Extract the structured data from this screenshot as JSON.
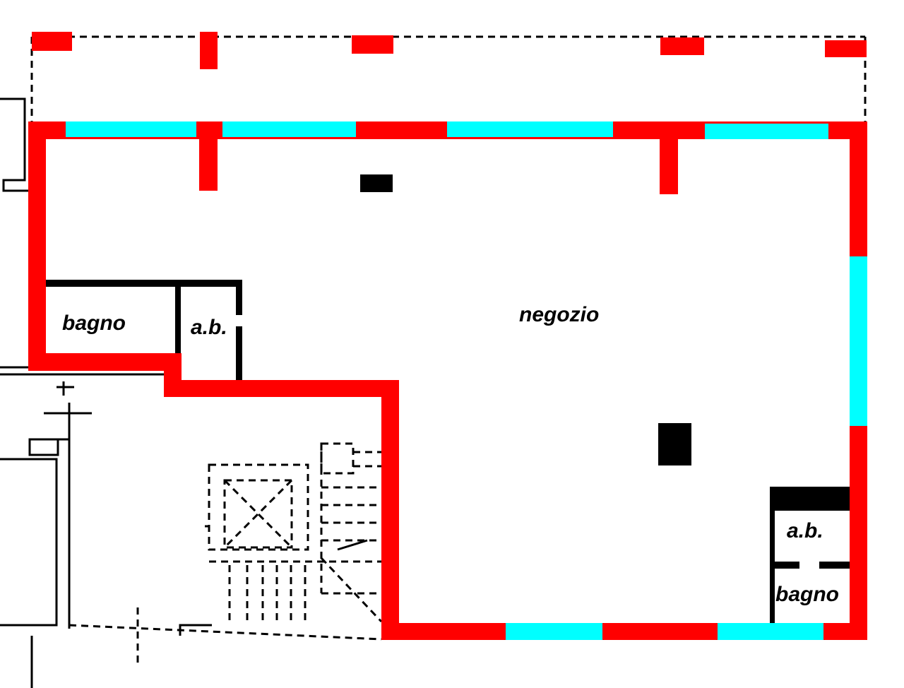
{
  "plan": {
    "rooms": [
      {
        "label": "negozio"
      },
      {
        "label": "bagno"
      },
      {
        "label": "a.b."
      },
      {
        "label": "a.b."
      },
      {
        "label": "bagno"
      }
    ],
    "colors": {
      "wall": "#ff0000",
      "window": "#00ffff",
      "pillar": "#000000"
    }
  }
}
